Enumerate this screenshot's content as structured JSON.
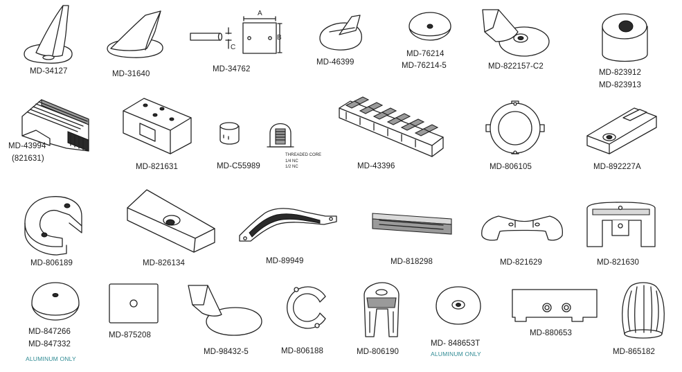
{
  "parts": [
    {
      "id": "md-34127",
      "label": "MD-34127"
    },
    {
      "id": "md-31640",
      "label": "MD-31640"
    },
    {
      "id": "md-34762",
      "label": "MD-34762",
      "dims": [
        "A",
        "B",
        "C"
      ]
    },
    {
      "id": "md-46399",
      "label": "MD-46399"
    },
    {
      "id": "md-76214",
      "label": "MD-76214",
      "label2": "MD-76214-5"
    },
    {
      "id": "md-822157",
      "label": "MD-822157-C2"
    },
    {
      "id": "md-823912",
      "label": "MD-823912",
      "label2": "MD-823913"
    },
    {
      "id": "md-43994",
      "label": "MD-43994",
      "label2": "(821631)"
    },
    {
      "id": "md-821631",
      "label": "MD-821631"
    },
    {
      "id": "md-c55989",
      "label": "MD-C55989",
      "note_lines": [
        "THREADED CORE",
        "1/4 NC",
        "1/2 NC"
      ]
    },
    {
      "id": "md-43396",
      "label": "MD-43396"
    },
    {
      "id": "md-806105",
      "label": "MD-806105"
    },
    {
      "id": "md-892227a",
      "label": "MD-892227A"
    },
    {
      "id": "md-806189",
      "label": "MD-806189"
    },
    {
      "id": "md-826134",
      "label": "MD-826134"
    },
    {
      "id": "md-89949",
      "label": "MD-89949"
    },
    {
      "id": "md-818298",
      "label": "MD-818298"
    },
    {
      "id": "md-821629",
      "label": "MD-821629"
    },
    {
      "id": "md-821630",
      "label": "MD-821630"
    },
    {
      "id": "md-847266",
      "label": "MD-847266",
      "label2": "MD-847332",
      "note": "ALUMINUM ONLY"
    },
    {
      "id": "md-875208",
      "label": "MD-875208"
    },
    {
      "id": "md-98432-5",
      "label": "MD-98432-5"
    },
    {
      "id": "md-806188",
      "label": "MD-806188"
    },
    {
      "id": "md-806190",
      "label": "MD-806190"
    },
    {
      "id": "md-848653t",
      "label": "MD- 848653T",
      "note": "ALUMINUM ONLY"
    },
    {
      "id": "md-880653",
      "label": "MD-880653"
    },
    {
      "id": "md-865182",
      "label": "MD-865182"
    }
  ],
  "colors": {
    "line": "#222222",
    "note": "#2e8a93",
    "background": "#ffffff"
  }
}
